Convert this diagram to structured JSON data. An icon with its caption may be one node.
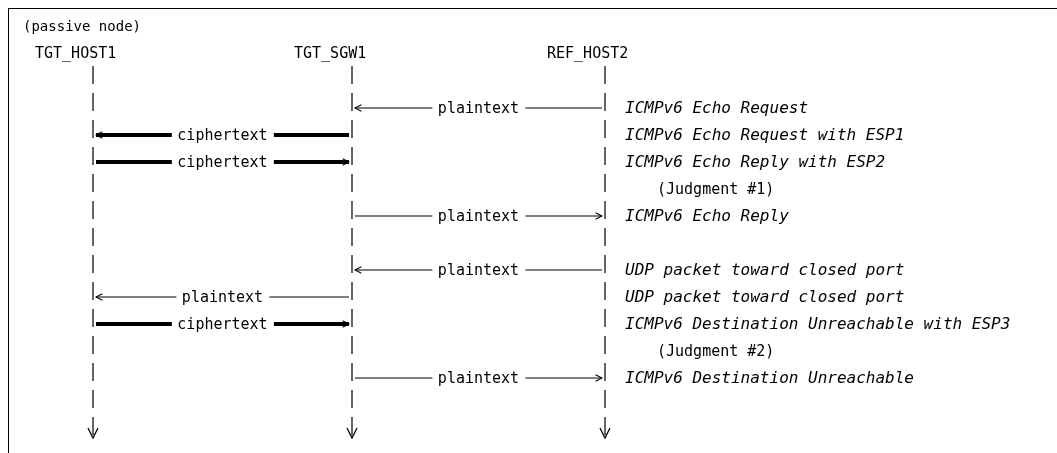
{
  "diagram": {
    "nodes": [
      {
        "text": [
          "(passive node)",
          "TGT_HOST1"
        ]
      },
      {
        "text": [
          "TGT_SGW1"
        ]
      },
      {
        "text": [
          "REF_HOST2"
        ]
      }
    ],
    "edges": [
      {
        "from": 2,
        "to": 1,
        "arrow": "to",
        "label": "plaintext"
      },
      {
        "from": 1,
        "to": 0,
        "arrow": "to",
        "label": "ciphertext",
        "style": "thick"
      },
      {
        "from": 0,
        "to": 1,
        "arrow": "to",
        "label": "ciphertext",
        "style": "thick"
      },
      {
        "from": 1,
        "to": 2,
        "arrow": "to",
        "label": "plaintext"
      },
      {
        "from": 2,
        "to": 1,
        "arrow": "to",
        "label": "plaintext"
      },
      {
        "from": 1,
        "to": 0,
        "arrow": "to",
        "label": "plaintext"
      },
      {
        "from": 0,
        "to": 1,
        "arrow": "to",
        "label": "ciphertext",
        "style": "thick"
      },
      {
        "from": 1,
        "to": 2,
        "arrow": "to",
        "label": "plaintext"
      }
    ],
    "labels": [
      "ICMPv6 Echo Request",
      "ICMPv6 Echo Request with ESP1",
      "ICMPv6 Echo Reply with ESP2",
      "(Judgment #1)",
      "ICMPv6 Echo Reply",
      "UDP packet toward closed port",
      "UDP packet toward closed port",
      "ICMPv6 Destination Unreachable with ESP3",
      "(Judgment #2)",
      "ICMPv6 Destination Unreachable"
    ]
  }
}
